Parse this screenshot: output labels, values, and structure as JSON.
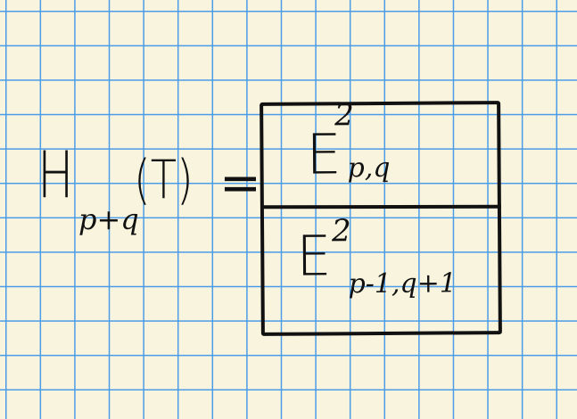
{
  "lhs": {
    "symbol": "H",
    "subscript": "p+q",
    "argument": "(T)"
  },
  "equals": "=",
  "box": {
    "top": {
      "symbol": "E",
      "superscript": "2",
      "subscript": "p,q"
    },
    "bottom": {
      "symbol": "E",
      "superscript": "2",
      "subscript": "p-1,q+1"
    }
  },
  "colors": {
    "paper": "#f8f4dd",
    "grid": "#4a9be8",
    "ink": "#111111"
  }
}
